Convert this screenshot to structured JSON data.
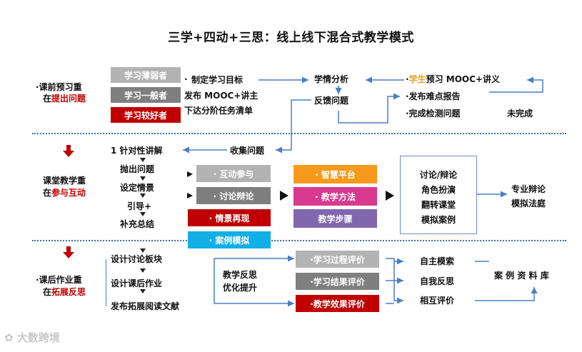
{
  "title": "三学+四动+三思：线上线下混合式教学模式",
  "colors": {
    "connector": "#4a7ec4",
    "accent_red": "#c00000",
    "accent_orange": "#e8a020"
  },
  "sections": {
    "pre": {
      "bullet": "·",
      "line1": "课前预习重",
      "line2_pre": "在",
      "line2_em": "提出问题"
    },
    "class": {
      "line1": "课堂教学重",
      "line2_pre": "在",
      "line2_em": "参与互动"
    },
    "post": {
      "bullet": "·",
      "line1": "课后作业重",
      "line2_pre": "在",
      "line2_em": "拓展反思"
    }
  },
  "pre": {
    "learners": [
      "学习薄弱者",
      "学习一般者",
      "学习较好者"
    ],
    "tasks": [
      "制定学习目标",
      "发布 MOOC+讲主",
      "下达分阶任务清单"
    ],
    "analysis": "学情分析",
    "feedback": "反馈问题",
    "mooc_prefix": "·",
    "mooc_em": "学生",
    "mooc_rest": "预习 MOOC+讲义",
    "report": "·发布难点报告",
    "check": "·完成检测问题",
    "incomplete": "未完成"
  },
  "class": {
    "steps": [
      "1 针对性讲解",
      "抛出问题",
      "设定情景",
      "引导+",
      "补充总结"
    ],
    "collect": "收集问题",
    "actions": [
      "· 互动参与",
      "· 讨论辩论",
      "· 情景再现",
      "· 案例模拟"
    ],
    "platform": [
      "· 智慧平台",
      "· 教学方法",
      "教学步骤"
    ],
    "outcomes": [
      "讨论/辩论",
      "角色扮演",
      "翻转课堂",
      "模拟案例"
    ],
    "final": [
      "专业辩论",
      "模拟法庭"
    ]
  },
  "post": {
    "steps": [
      "设计讨论板块",
      "设计课后作业",
      "发布拓展阅读文献"
    ],
    "reflect": [
      "教学反思",
      "优化提升"
    ],
    "evals": [
      "·学习过程评价",
      "·学习结果评价",
      "·教学效果评价"
    ],
    "self": [
      "自主模索",
      "自我反思",
      "相互评价"
    ],
    "library": "案 例 资 料 库"
  },
  "watermark": "大数跨境"
}
